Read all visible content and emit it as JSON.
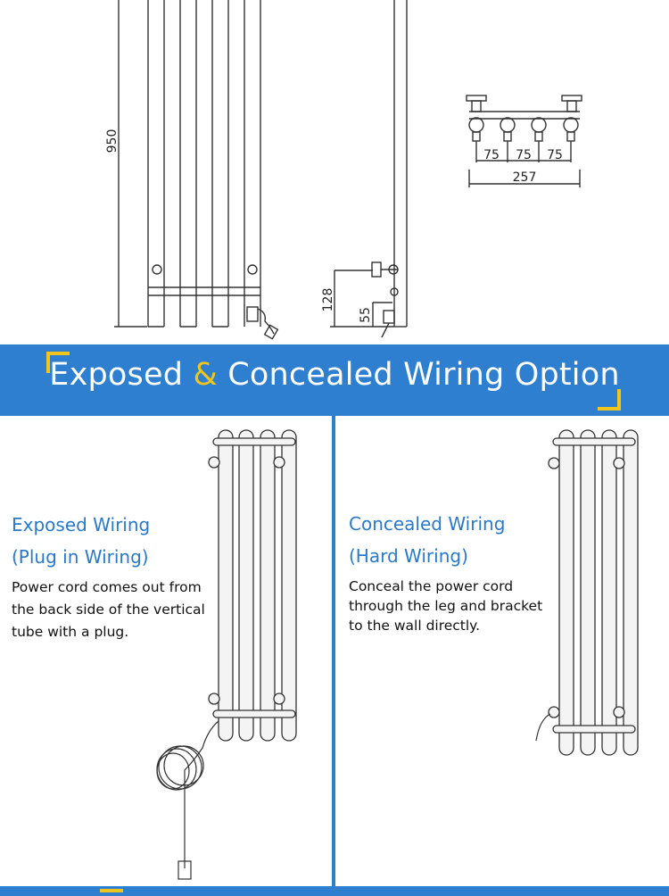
{
  "dimensions": {
    "height": "950",
    "spacing_1": "75",
    "spacing_2": "75",
    "spacing_3": "75",
    "width": "257",
    "leg_height": "128",
    "bracket_height": "55"
  },
  "banner": {
    "title_part1": "Exposed ",
    "title_amp": "&",
    "title_part2": " Concealed Wiring Option"
  },
  "exposed": {
    "title": "Exposed Wiring",
    "subtitle": "(Plug in Wiring)",
    "description": "Power cord comes out from the back side of the vertical tube with a plug."
  },
  "concealed": {
    "title": "Concealed Wiring",
    "subtitle": "(Hard Wiring)",
    "description": "Conceal the power cord through the leg and bracket to the wall directly."
  },
  "colors": {
    "banner": "#2f7fd0",
    "accent": "#f2c51c",
    "heading": "#2a79c8"
  }
}
